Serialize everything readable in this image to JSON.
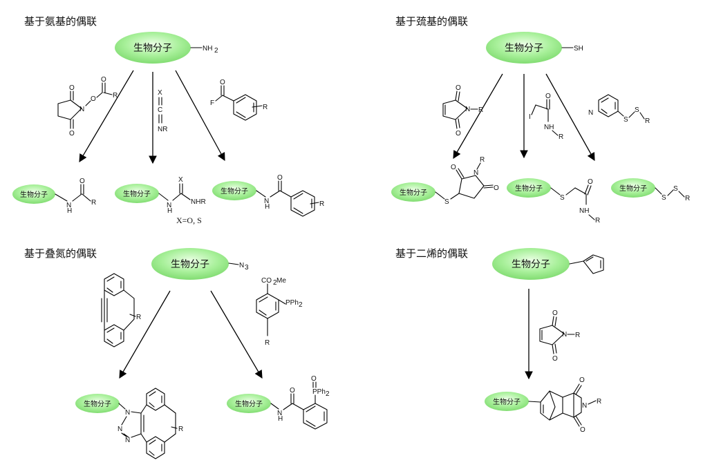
{
  "section_titles": {
    "amino": "基于氨基的偶联",
    "thiol": "基于巯基的偶联",
    "azide": "基于叠氮的偶联",
    "diene": "基于二烯的偶联"
  },
  "biomolecule_label": "生物分子",
  "groups": {
    "amine": "NH",
    "amine_sub": "2",
    "thiol": "SH",
    "azide": "N",
    "azide_sub": "3"
  },
  "atoms": {
    "O": "O",
    "N": "N",
    "S": "S",
    "R": "R",
    "F": "F",
    "I": "I",
    "X": "X",
    "C": "C",
    "H": "H",
    "NH": "NH",
    "NR": "NR",
    "NHR": "NHR",
    "CO2Me": "CO",
    "CO2Me_sub": "2",
    "CO2Me_tail": "Me",
    "PPh": "PPh",
    "PPh_sub": "2"
  },
  "notes": {
    "x_definition": "X=O, S"
  }
}
